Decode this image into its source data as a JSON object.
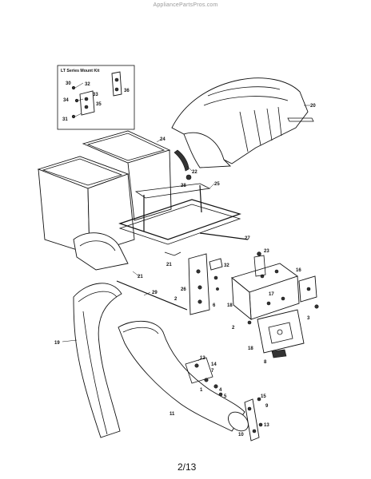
{
  "header": {
    "watermark": "AppliancePartsPros.com"
  },
  "kit": {
    "title": "LT Series Mount Kit"
  },
  "callouts": {
    "c1": "1",
    "c2a": "2",
    "c2b": "2",
    "c3": "3",
    "c4": "4",
    "c5": "5",
    "c6": "6",
    "c7": "7",
    "c8": "8",
    "c9": "9",
    "c10": "10",
    "c11": "11",
    "c12": "12",
    "c13": "13",
    "c14": "14",
    "c15": "15",
    "c16": "16",
    "c17": "17",
    "c18a": "18",
    "c18b": "18",
    "c19": "19",
    "c20": "20",
    "c21a": "21",
    "c21b": "21",
    "c22": "22",
    "c23": "23",
    "c24": "24",
    "c25": "25",
    "c26": "26",
    "c27": "27",
    "c28": "28",
    "c29": "29",
    "c30": "30",
    "c31": "31",
    "c32a": "32",
    "c32b": "32",
    "c33": "33",
    "c34": "34",
    "c35": "35",
    "c36": "36"
  },
  "footer": {
    "page": "2/13"
  }
}
